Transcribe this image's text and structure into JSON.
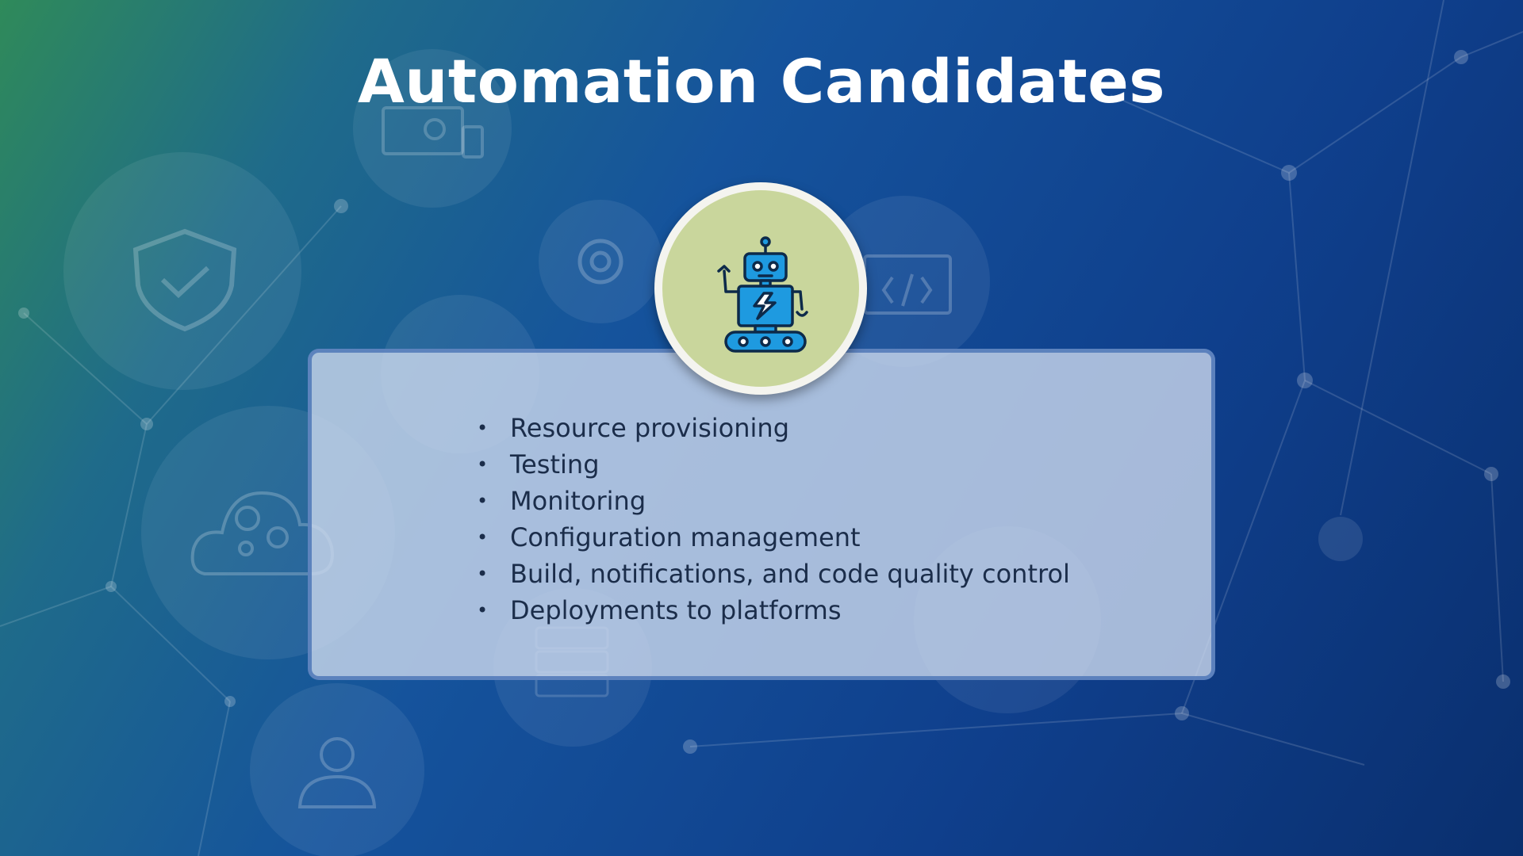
{
  "slide": {
    "title": "Automation Candidates",
    "items": [
      "Resource provisioning",
      "Testing",
      "Monitoring",
      "Configuration management",
      "Build, notifications, and code quality control",
      "Deployments to platforms"
    ]
  },
  "icons": {
    "badge": "robot-icon",
    "background": [
      "shield-check-icon",
      "devices-gear-icon",
      "gear-icon",
      "code-window-icon",
      "cloud-gears-icon",
      "user-gear-icon",
      "server-icon"
    ]
  },
  "colors": {
    "card_fill": "#cddaee",
    "card_border": "#5078b9",
    "badge_fill": "#c9d69c",
    "robot_blue": "#1e9ae0",
    "text": "#1b2d4a"
  }
}
